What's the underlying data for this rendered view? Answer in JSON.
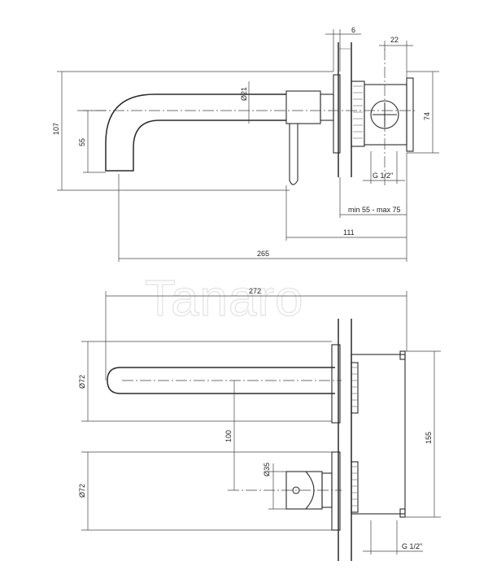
{
  "watermark": "Tanaro",
  "side_view": {
    "dims": {
      "wall_thickness": "6",
      "box_offset": "22",
      "height_total": "107",
      "spout_diameter": "Ø21",
      "spout_drop": "55",
      "box_height": "74",
      "thread": "G 1/2\"",
      "depth_range": "min 55 - max 75",
      "handle_to_back": "111",
      "overall_length": "265"
    }
  },
  "top_view": {
    "dims": {
      "overall_length": "272",
      "spout_width": "Ø72",
      "spacing": "100",
      "handle_diameter": "Ø35",
      "handle_width": "Ø72",
      "box_height": "155",
      "thread": "G 1/2\""
    }
  }
}
